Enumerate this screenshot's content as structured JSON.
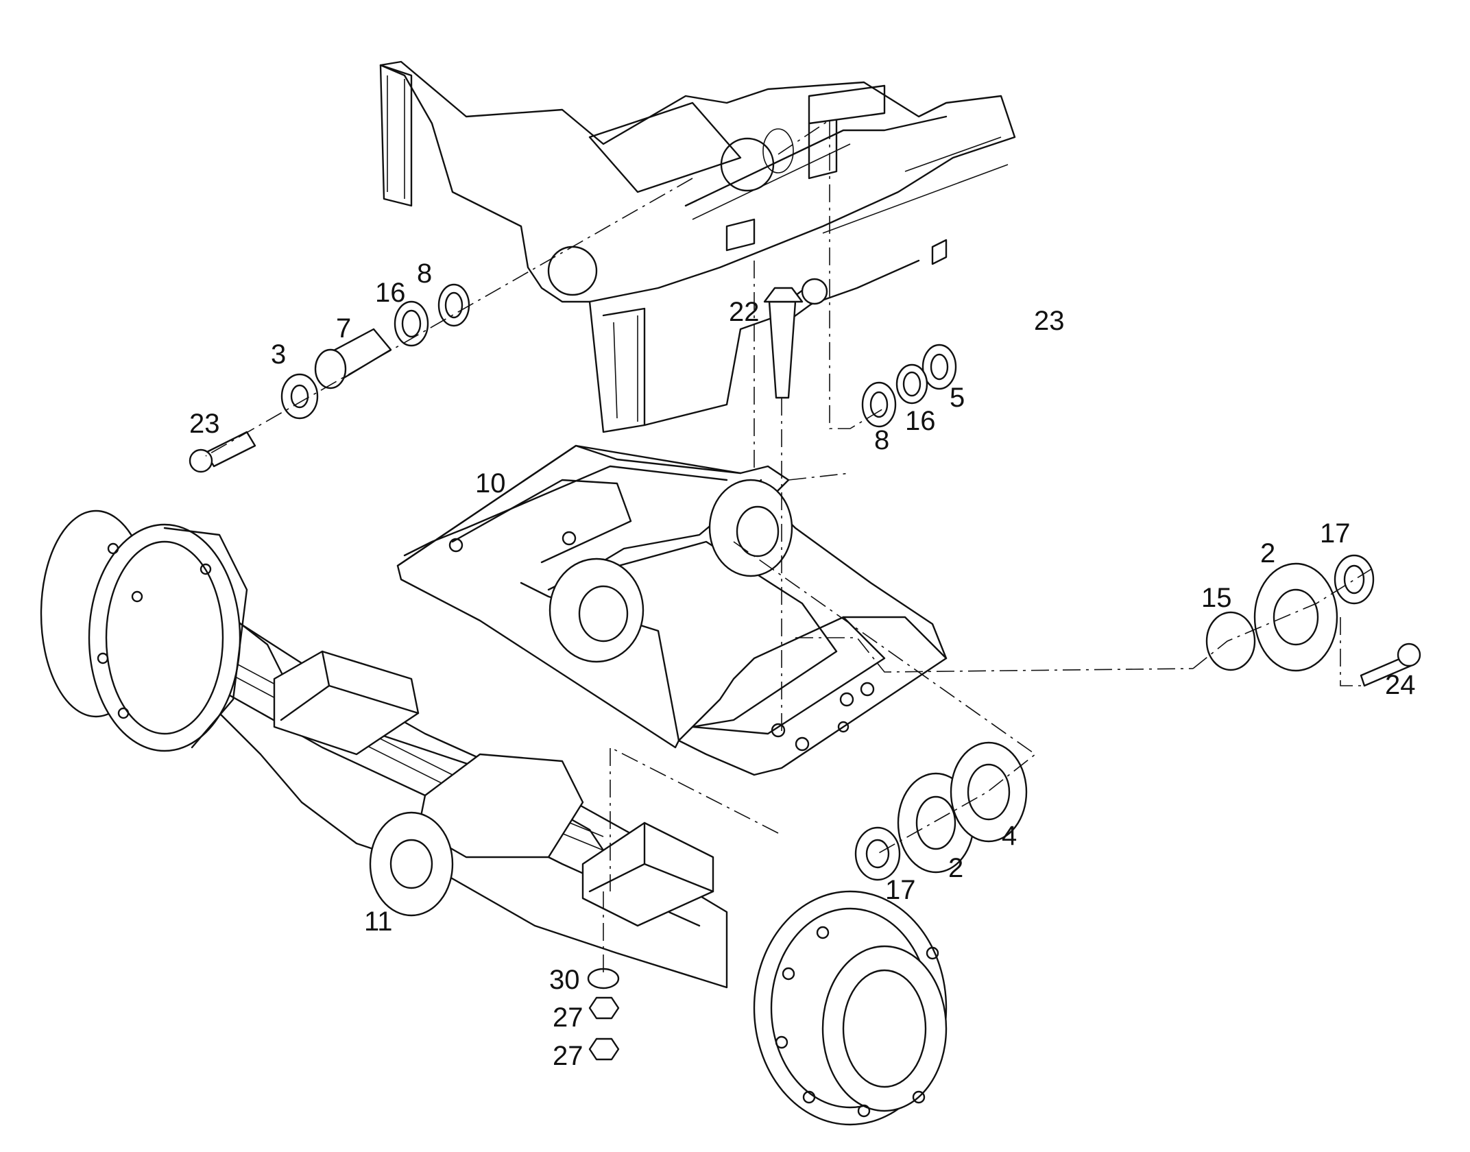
{
  "callouts": [
    {
      "id": "c22",
      "text": "22"
    },
    {
      "id": "c23a",
      "text": "23"
    },
    {
      "id": "c16a",
      "text": "16"
    },
    {
      "id": "c8a",
      "text": "8"
    },
    {
      "id": "c7",
      "text": "7"
    },
    {
      "id": "c3",
      "text": "3"
    },
    {
      "id": "c23b",
      "text": "23"
    },
    {
      "id": "c5",
      "text": "5"
    },
    {
      "id": "c16b",
      "text": "16"
    },
    {
      "id": "c8b",
      "text": "8"
    },
    {
      "id": "c10",
      "text": "10"
    },
    {
      "id": "c17a",
      "text": "17"
    },
    {
      "id": "c2a",
      "text": "2"
    },
    {
      "id": "c15",
      "text": "15"
    },
    {
      "id": "c24",
      "text": "24"
    },
    {
      "id": "c4",
      "text": "4"
    },
    {
      "id": "c2b",
      "text": "2"
    },
    {
      "id": "c17b",
      "text": "17"
    },
    {
      "id": "c11",
      "text": "11"
    },
    {
      "id": "c30",
      "text": "30"
    },
    {
      "id": "c27a",
      "text": "27"
    },
    {
      "id": "c27b",
      "text": "27"
    }
  ]
}
